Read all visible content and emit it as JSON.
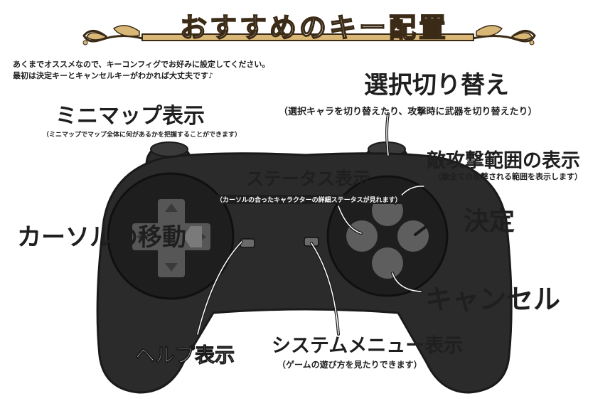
{
  "title": "おすすめのキー配置",
  "intro": {
    "line1": "あくまでオススメなので、キーコンフィグでお好みに設定してください。",
    "line2": "最初は決定キーとキャンセルキーがわかれば大丈夫です♪"
  },
  "labels": {
    "minimap": {
      "text": "ミニマップ表示",
      "sub": "（ミニマップでマップ全体に何があるかを把握することができます）"
    },
    "switch": {
      "text": "選択切り替え",
      "sub": "（選択キャラを切り替えたり、攻撃時に武器を切り替えたり）"
    },
    "enemy_range": {
      "text": "敵攻撃範囲の表示",
      "sub": "（敵全ての攻撃される範囲を表示します）"
    },
    "status": {
      "text": "ステータス表示",
      "sub": "（カーソルの合ったキャラクターの詳細ステータスが見れます）"
    },
    "decide": {
      "text": "決定"
    },
    "cursor": {
      "text": "カーソルの移動"
    },
    "cancel": {
      "text": "キャンセル"
    },
    "help": {
      "text": "ヘルプ表示"
    },
    "system_menu": {
      "text": "システムメニュー表示",
      "sub": "（ゲームの遊び方を見たりできます）"
    }
  },
  "colors": {
    "pad_body": "#2b2b2b",
    "pad_dark": "#1e1e1e",
    "button_gray": "#5e5e5e",
    "banner_gold": "#d9b777",
    "outline": "#1a1a1a"
  }
}
